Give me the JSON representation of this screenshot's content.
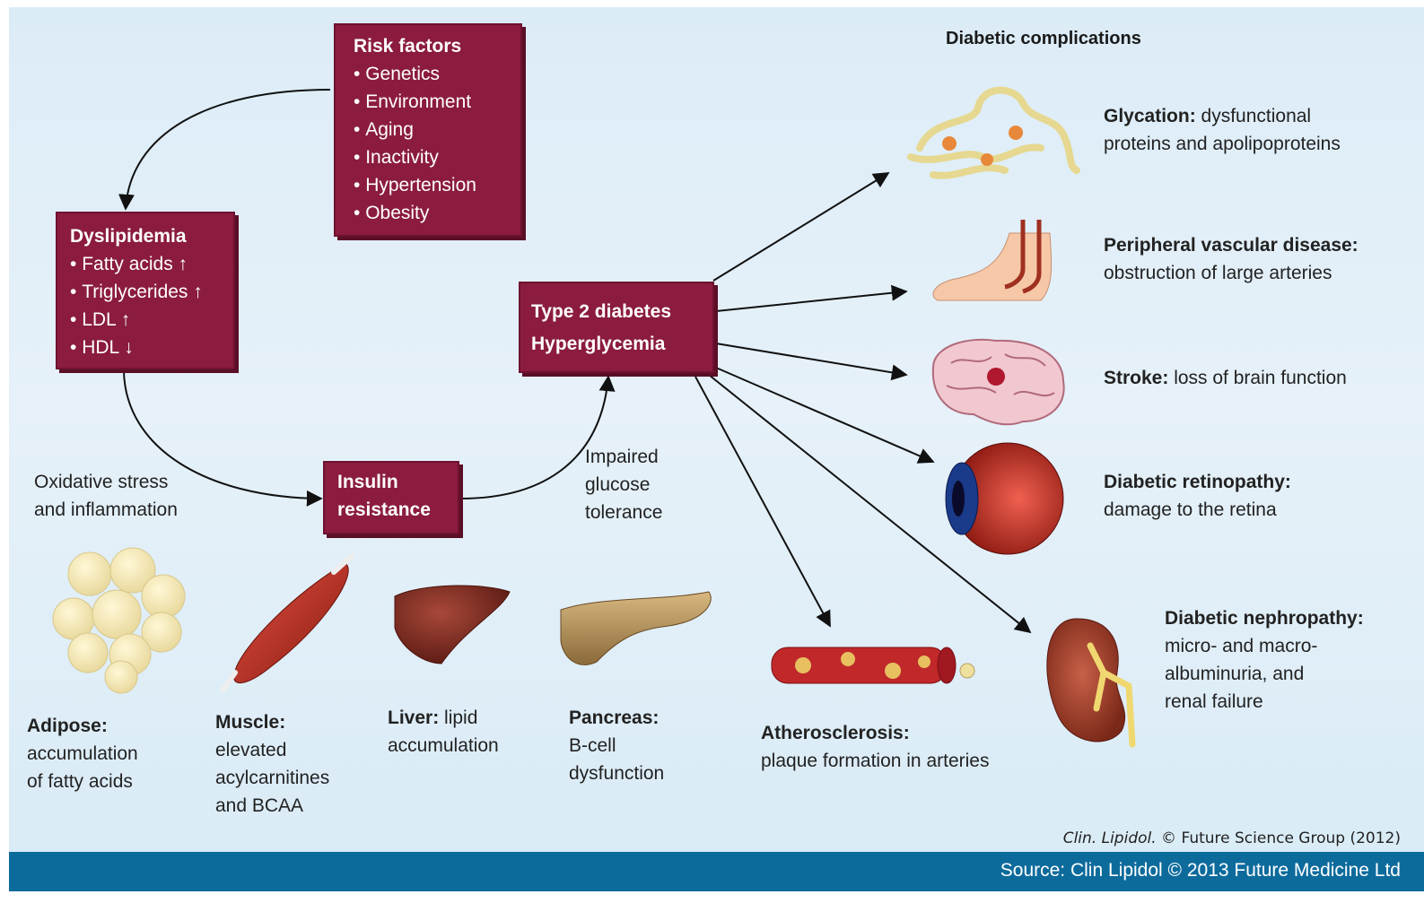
{
  "risk_factors": {
    "title": "Risk factors",
    "items": [
      "Genetics",
      "Environment",
      "Aging",
      "Inactivity",
      "Hypertension",
      "Obesity"
    ]
  },
  "dyslipidemia": {
    "title": "Dyslipidemia",
    "items": [
      "Fatty acids ↑",
      "Triglycerides ↑",
      "LDL ↑",
      "HDL ↓"
    ]
  },
  "type2": {
    "line1": "Type 2 diabetes",
    "line2": "Hyperglycemia"
  },
  "insulin": {
    "line1": "Insulin",
    "line2": "resistance"
  },
  "oxidative": {
    "line1": "Oxidative stress",
    "line2": "and inflammation"
  },
  "impaired": {
    "line1": "Impaired",
    "line2": "glucose",
    "line3": "tolerance"
  },
  "complications_heading": "Diabetic complications",
  "complications": {
    "glycation": {
      "label": "Glycation:",
      "line1": " dysfunctional",
      "line2": "proteins and apolipoproteins"
    },
    "pvd": {
      "label": "Peripheral vascular disease:",
      "line2": "obstruction of large arteries"
    },
    "stroke": {
      "label": "Stroke:",
      "line1": " loss of brain function"
    },
    "retinopathy": {
      "label": "Diabetic retinopathy:",
      "line2": "damage to the retina"
    },
    "nephropathy": {
      "label": "Diabetic nephropathy:",
      "line2": "micro- and macro-",
      "line3": "albuminuria, and",
      "line4": "renal failure"
    },
    "atherosclerosis": {
      "label": "Atherosclerosis:",
      "line2": "plaque formation in arteries"
    }
  },
  "organs": {
    "adipose": {
      "label": "Adipose:",
      "line2": "accumulation",
      "line3": "of fatty acids"
    },
    "muscle": {
      "label": "Muscle:",
      "line2": "elevated",
      "line3": "acylcarnitines",
      "line4": "and BCAA"
    },
    "liver": {
      "label": "Liver:",
      "line1": " lipid",
      "line2": "accumulation"
    },
    "pancreas": {
      "label": "Pancreas:",
      "line2": "B-cell",
      "line3": "dysfunction"
    }
  },
  "credit": {
    "journal": "Clin. Lipidol.",
    "rest": " © Future Science Group (2012)"
  },
  "footer": "Source: Clin Lipidol © 2013 Future Medicine Ltd",
  "colors": {
    "box": "#8b1c3e",
    "background": "#dcecf7",
    "footer": "#0d6b9c"
  },
  "icons": [
    "adipose-cells-icon",
    "muscle-icon",
    "liver-icon",
    "pancreas-icon",
    "artery-icon",
    "kidney-icon",
    "eye-icon",
    "brain-icon",
    "foot-icon",
    "protein-chain-icon"
  ]
}
